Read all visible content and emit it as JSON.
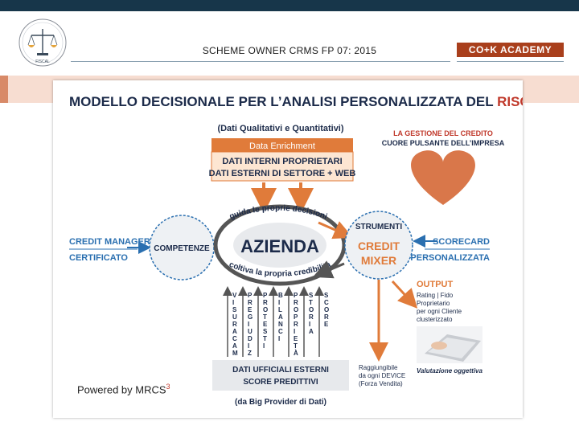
{
  "header": {
    "title": "SCHEME OWNER CRMS FP 07: 2015",
    "academy_label": "CO+K ACADEMY",
    "logo_text": "FISCAL"
  },
  "diagram": {
    "title_main": "MODELLO DECISIONALE PER L’ANALISI PERSONALIZZATA DEL ",
    "title_accent": "RISCHIO CREDITO",
    "data_types": "(Dati Qualitativi e Quantitativi)",
    "data_enrichment": "Data Enrichment",
    "internal_data": "DATI INTERNI PROPRIETARI",
    "external_data": "DATI ESTERNI DI SETTORE + WEB",
    "credit_mgmt_line1": "LA GESTIONE DEL CREDITO",
    "credit_mgmt_line2": "CUORE PULSANTE DELL’IMPRESA",
    "credit_manager": "CREDIT MANAGER",
    "certificato": "CERTIFICATO",
    "competenze": "COMPETENZE",
    "azienda": "AZIENDA",
    "arc_top": "guida le proprie decisioni",
    "arc_bottom": "coltiva la propria credibilità",
    "strumenti": "STRUMENTI",
    "credit": "CREDIT",
    "mixer": "MIXER",
    "scorecard": "SCORECARD",
    "personalizzata": "PERSONALIZZATA",
    "output_title": "OUTPUT",
    "output_line1": "Rating | Fido",
    "output_line2": "Proprietario",
    "output_line3": "per ogni Cliente",
    "output_line4": "clusterizzato",
    "valutazione": "Valutazione oggettiva",
    "vertical_columns": [
      "VISURACAM",
      "PREGIUDIZ",
      "PROTESTI",
      "BILANCI",
      "PROPRIETÀ",
      "STORIA",
      "SCORE"
    ],
    "official_line1": "DATI UFFICIALI ESTERNI",
    "official_line2": "SCORE PREDITTIVI",
    "big_provider": "(da Big Provider di Dati)",
    "reach_line1": "Raggiungibile",
    "reach_line2": "da ogni DEVICE",
    "reach_line3": "(Forza Vendita)",
    "powered_by": "Powered by MRCS",
    "powered_sup": "3"
  },
  "colors": {
    "topbar": "#17364a",
    "accent_red": "#a93f1c",
    "orange": "#e07b3a",
    "blue": "#2a6fb0",
    "dark_navy": "#1c2b4a"
  }
}
